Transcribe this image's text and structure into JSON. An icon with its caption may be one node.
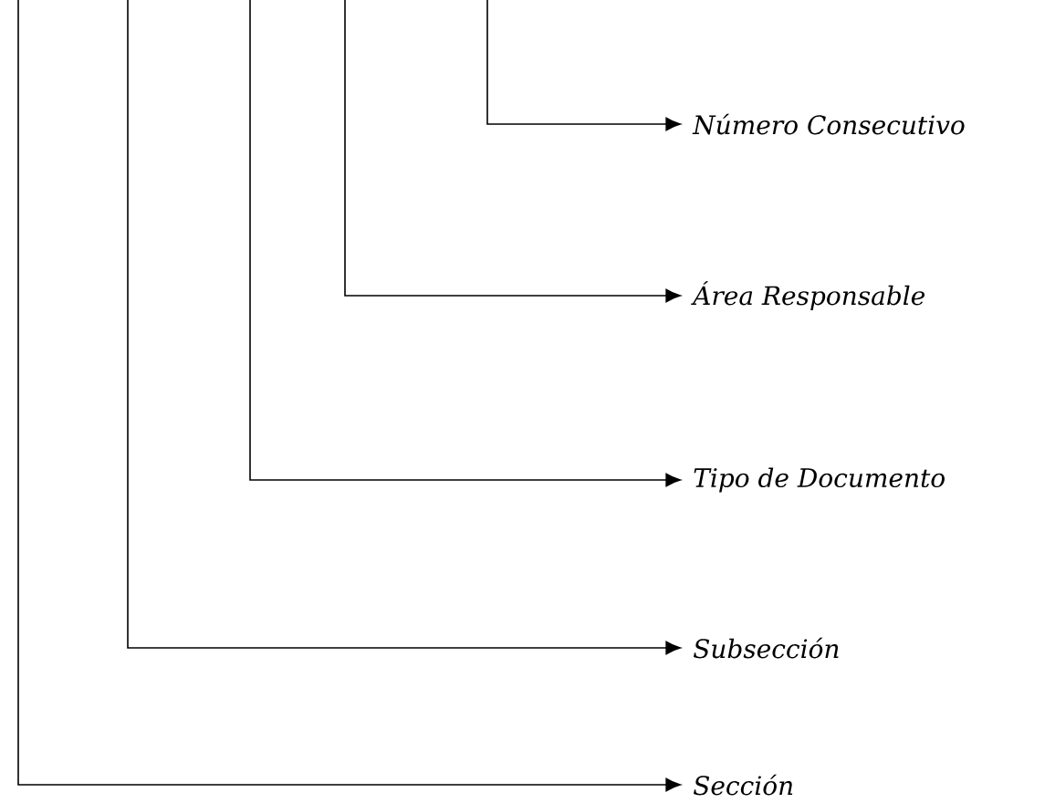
{
  "diagram": {
    "nodes": [
      {
        "text": [
          "Número Consecutivo"
        ]
      },
      {
        "text": [
          "Área Responsable"
        ]
      },
      {
        "text": [
          "Tipo de Documento"
        ]
      },
      {
        "text": [
          "Subsección"
        ]
      },
      {
        "text": [
          "Sección"
        ]
      }
    ],
    "edges": [
      {
        "from": null,
        "to": 0,
        "arrow": "to"
      },
      {
        "from": null,
        "to": 1,
        "arrow": "to"
      },
      {
        "from": null,
        "to": 2,
        "arrow": "to"
      },
      {
        "from": null,
        "to": 3,
        "arrow": "to"
      },
      {
        "from": null,
        "to": 4,
        "arrow": "to"
      }
    ]
  }
}
